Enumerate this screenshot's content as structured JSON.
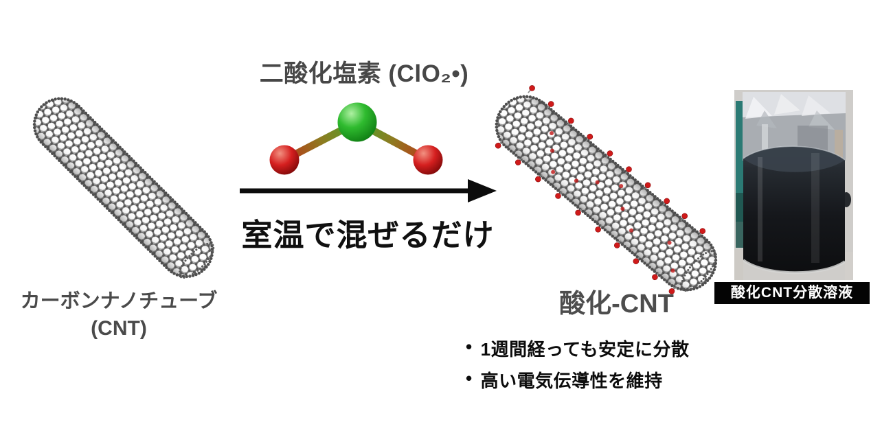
{
  "scheme": {
    "reactant_label": {
      "line1": "カーボンナノチューブ",
      "line2": "(CNT)"
    },
    "reagent_title": "二酸化塩素 (ClO₂•)",
    "condition": "室温で混ぜるだけ",
    "product_label": "酸化-CNT",
    "photo_caption": "酸化CNT分散溶液",
    "bullets": {
      "marker": "•",
      "items": [
        "1週間経っても安定に分散",
        "高い電気伝導性を維持"
      ]
    },
    "colors": {
      "chlorine_green": "#2fbb2f",
      "oxygen_red": "#cc1414",
      "carbon_gray": "#6a6a6a",
      "label_gray": "#4a4a4a",
      "arrow_black": "#0c0c0c",
      "caption_bg": "#040404",
      "caption_text": "#ffffff"
    }
  }
}
